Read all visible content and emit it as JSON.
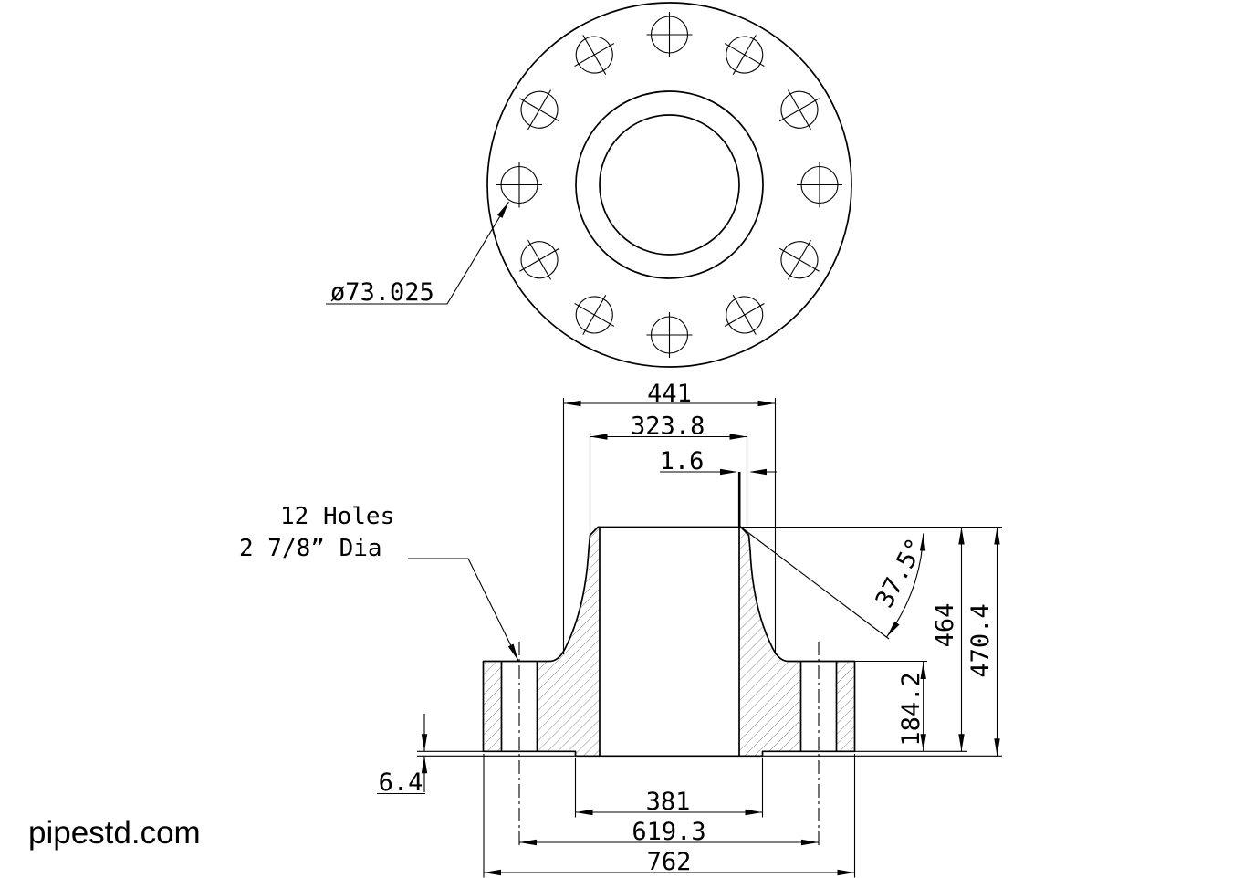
{
  "drawing": {
    "title": "weld neck flange engineering drawing",
    "watermark": "pipestd.com",
    "colors": {
      "line": "#000000",
      "hatch": "#7a7a7a",
      "background": "#ffffff"
    },
    "top_view": {
      "bolt_hole_count": 12
    },
    "labels": {
      "bolt_hole_dia": "ø73.025",
      "holes_note_line1": "12  Holes",
      "holes_note_line2": "2  7/8”  Dia"
    },
    "dims": {
      "hub_base_dia": "441",
      "pipe_od": "323.8",
      "root_gap": "1.6",
      "bevel_angle": "37.5°",
      "hub_length": "184.2",
      "length_to_face": "464",
      "overall_length": "470.4",
      "raised_face_height": "6.4",
      "raised_face_dia": "381",
      "bolt_circle_dia": "619.3",
      "flange_od": "762"
    }
  }
}
